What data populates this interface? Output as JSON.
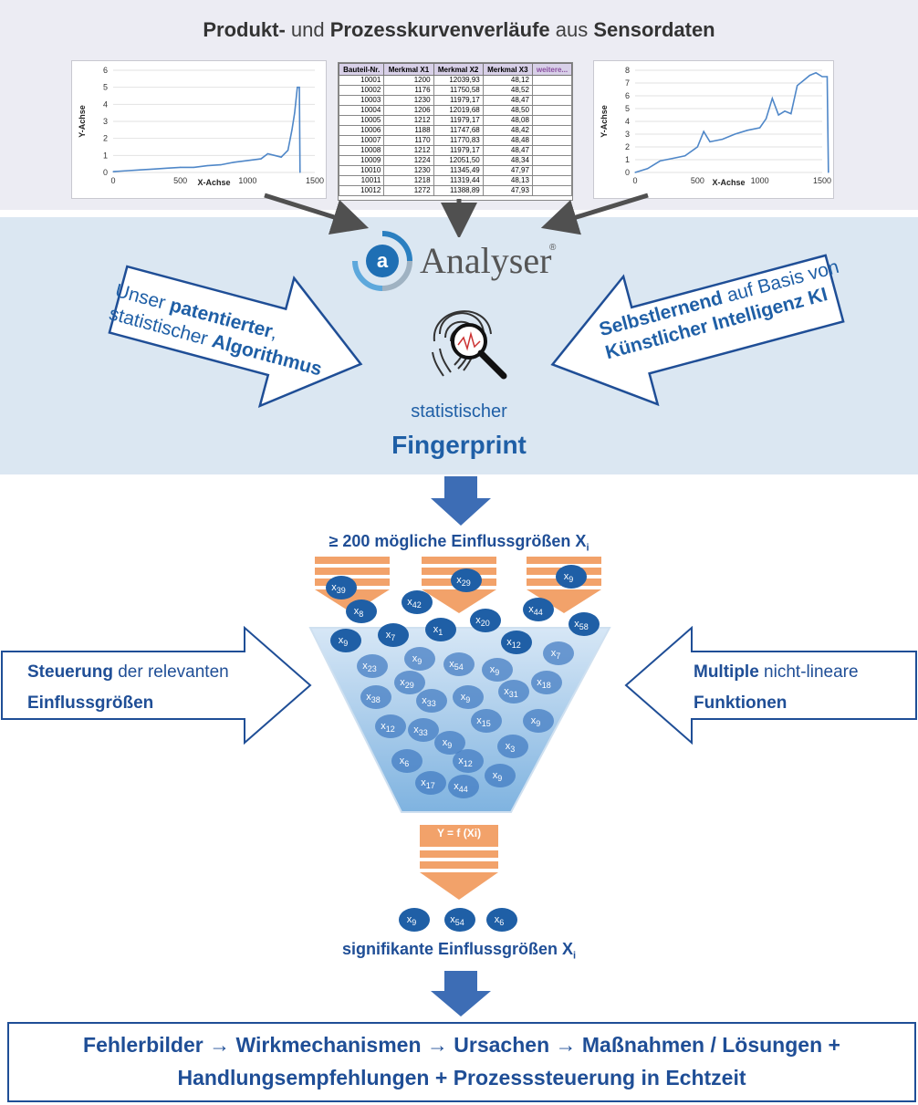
{
  "title": {
    "bold1": "Produkt-",
    "mid1": " und ",
    "bold2": "Prozesskurvenverläufe",
    "mid2": " aus ",
    "bold3": "Sensordaten"
  },
  "colors": {
    "blue_dark": "#1f4e96",
    "blue_text": "#1f5fa6",
    "orange": "#f2a26a",
    "ball": "#1f5fa6",
    "funnel": "#9cc3e6"
  },
  "chart_data": [
    {
      "type": "line",
      "ylabel": "Y-Achse",
      "xlabel": "X-Achse",
      "xlim": [
        0,
        1500
      ],
      "ylim": [
        0,
        6
      ],
      "xticks": [
        "0",
        "500",
        "1000",
        "1500"
      ],
      "yticks": [
        "0",
        "1",
        "2",
        "3",
        "4",
        "5",
        "6"
      ],
      "x": [
        0,
        100,
        200,
        300,
        400,
        500,
        600,
        700,
        800,
        900,
        1000,
        1100,
        1150,
        1200,
        1250,
        1300,
        1330,
        1350,
        1370,
        1385,
        1390
      ],
      "y": [
        0.05,
        0.1,
        0.15,
        0.2,
        0.25,
        0.3,
        0.3,
        0.4,
        0.45,
        0.6,
        0.7,
        0.8,
        1.1,
        1.0,
        0.9,
        1.3,
        2.5,
        3.5,
        5.0,
        5.0,
        0
      ]
    },
    {
      "type": "line",
      "ylabel": "Y-Achse",
      "xlabel": "X-Achse",
      "xlim": [
        0,
        1500
      ],
      "ylim": [
        0,
        8
      ],
      "xticks": [
        "0",
        "500",
        "1000",
        "1500"
      ],
      "yticks": [
        "0",
        "1",
        "2",
        "3",
        "4",
        "5",
        "6",
        "7",
        "8"
      ],
      "x": [
        0,
        100,
        200,
        300,
        400,
        500,
        550,
        600,
        700,
        800,
        900,
        1000,
        1050,
        1100,
        1150,
        1200,
        1250,
        1300,
        1350,
        1400,
        1450,
        1500,
        1540,
        1550
      ],
      "y": [
        0,
        0.3,
        0.9,
        1.1,
        1.3,
        2.0,
        3.2,
        2.4,
        2.6,
        3.0,
        3.3,
        3.5,
        4.2,
        5.8,
        4.5,
        4.8,
        4.6,
        6.8,
        7.2,
        7.6,
        7.8,
        7.5,
        7.5,
        0
      ]
    },
    {
      "type": "table",
      "columns": [
        "Bauteil-Nr.",
        "Merkmal X1",
        "Merkmal X2",
        "Merkmal X3",
        "weitere..."
      ],
      "rows": [
        [
          "10001",
          "1200",
          "12039,93",
          "48,12",
          ""
        ],
        [
          "10002",
          "1176",
          "11750,58",
          "48,52",
          ""
        ],
        [
          "10003",
          "1230",
          "11979,17",
          "48,47",
          ""
        ],
        [
          "10004",
          "1206",
          "12019,68",
          "48,50",
          ""
        ],
        [
          "10005",
          "1212",
          "11979,17",
          "48,08",
          ""
        ],
        [
          "10006",
          "1188",
          "11747,68",
          "48,42",
          ""
        ],
        [
          "10007",
          "1170",
          "11770,83",
          "48,48",
          ""
        ],
        [
          "10008",
          "1212",
          "11979,17",
          "48,47",
          ""
        ],
        [
          "10009",
          "1224",
          "12051,50",
          "48,34",
          ""
        ],
        [
          "10010",
          "1230",
          "11345,49",
          "47,97",
          ""
        ],
        [
          "10011",
          "1218",
          "11319,44",
          "48,13",
          ""
        ],
        [
          "10012",
          "1272",
          "11388,89",
          "47,93",
          ""
        ]
      ]
    }
  ],
  "logo": {
    "text": "Analyser",
    "reg": "®",
    "glyph": "a"
  },
  "left_arrow": {
    "l1a": "Unser ",
    "l1b": "patentierter",
    "l2a": "statistischer ",
    "l2b": "Algorithmus",
    "comma": ","
  },
  "right_arrow": {
    "l1a": "Selbstlernend",
    "l1b": " auf Basis von",
    "l2": "Künstlicher Intelligenz KI"
  },
  "fingerprint": {
    "label1": "statistischer",
    "label2": "Fingerprint",
    "icon": "fingerprint-magnifier-icon"
  },
  "influence_title": {
    "pre": "≥ 200 mögliche ",
    "b1": "Einflussgrößen X",
    "sub": "i",
    "mid_light": "",
    "note": ""
  },
  "left_side": {
    "b": "Steuerung",
    "rest": " der relevanten",
    "l2": "Einflussgrößen"
  },
  "right_side": {
    "b": "Multiple",
    "rest": " nicht-lineare",
    "l2": "Funktionen"
  },
  "formula": "Y = f (Xi)",
  "significant_title": {
    "pre": "signifikante ",
    "b": "Einflussgrößen X",
    "sub": "i"
  },
  "balls_outside": [
    {
      "name": "x39",
      "base": "x",
      "sub": "39"
    },
    {
      "name": "x8",
      "base": "x",
      "sub": "8"
    },
    {
      "name": "x9",
      "base": "x",
      "sub": "9"
    },
    {
      "name": "x29",
      "base": "x",
      "sub": "29"
    },
    {
      "name": "x42",
      "base": "x",
      "sub": "42"
    },
    {
      "name": "x44",
      "base": "x",
      "sub": "44"
    },
    {
      "name": "x20",
      "base": "x",
      "sub": "20"
    },
    {
      "name": "x58",
      "base": "x",
      "sub": "58"
    },
    {
      "name": "x7",
      "base": "x",
      "sub": "7"
    },
    {
      "name": "x1",
      "base": "x",
      "sub": "1"
    },
    {
      "name": "x9b",
      "base": "x",
      "sub": "9"
    },
    {
      "name": "x12",
      "base": "x",
      "sub": "12"
    }
  ],
  "balls_inside": [
    {
      "base": "x",
      "sub": "23"
    },
    {
      "base": "x",
      "sub": "9"
    },
    {
      "base": "x",
      "sub": "54"
    },
    {
      "base": "x",
      "sub": "9"
    },
    {
      "base": "x",
      "sub": "7"
    },
    {
      "base": "x",
      "sub": "29"
    },
    {
      "base": "x",
      "sub": "31"
    },
    {
      "base": "x",
      "sub": "18"
    },
    {
      "base": "x",
      "sub": "38"
    },
    {
      "base": "x",
      "sub": "33"
    },
    {
      "base": "x",
      "sub": "9"
    },
    {
      "base": "x",
      "sub": "15"
    },
    {
      "base": "x",
      "sub": "12"
    },
    {
      "base": "x",
      "sub": "33"
    },
    {
      "base": "x",
      "sub": "9"
    },
    {
      "base": "x",
      "sub": "9"
    },
    {
      "base": "x",
      "sub": "3"
    },
    {
      "base": "x",
      "sub": "12"
    },
    {
      "base": "x",
      "sub": "6"
    },
    {
      "base": "x",
      "sub": "9"
    },
    {
      "base": "x",
      "sub": "17"
    },
    {
      "base": "x",
      "sub": "44"
    }
  ],
  "balls_result": [
    {
      "base": "x",
      "sub": "9"
    },
    {
      "base": "x",
      "sub": "54"
    },
    {
      "base": "x",
      "sub": "6"
    }
  ],
  "bottom": {
    "line1": "Fehlerbilder → Wirkmechanismen → Ursachen → Maßnahmen / Lösungen +",
    "line2": "Handlungsempfehlungen + Prozesssteuerung in Echtzeit"
  }
}
